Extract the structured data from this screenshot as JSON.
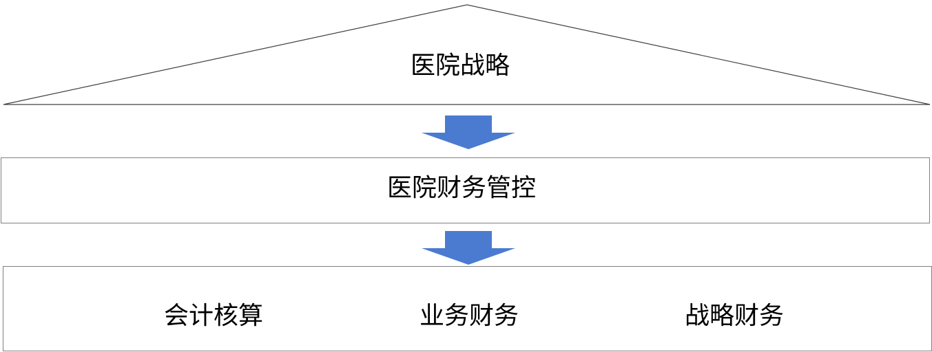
{
  "top": {
    "label": "医院战略"
  },
  "middle": {
    "label": "医院财务管控"
  },
  "bottom": {
    "items": [
      {
        "label": "会计核算"
      },
      {
        "label": "业务财务"
      },
      {
        "label": "战略财务"
      }
    ]
  },
  "colors": {
    "arrow": "#4a7bd0",
    "outline": "#7f7f7f",
    "roof_line": "#404040"
  }
}
